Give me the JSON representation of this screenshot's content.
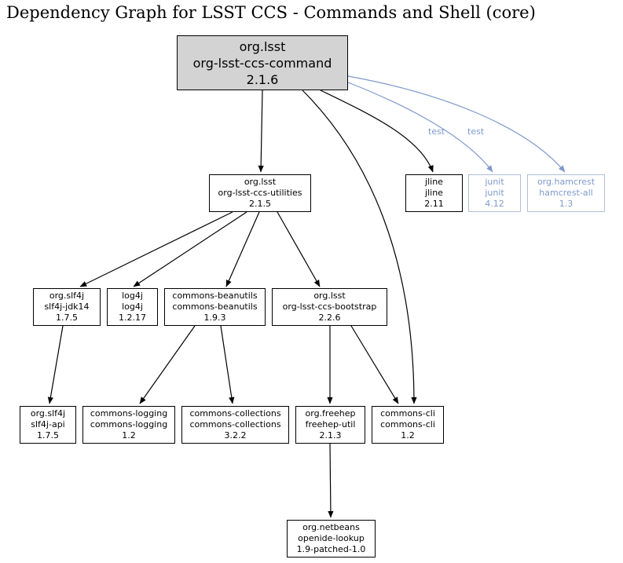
{
  "page": {
    "title": "Dependency Graph for LSST CCS - Commands and Shell (core)"
  },
  "colors": {
    "root_node_fill": "#d3d3d3",
    "node_fill": "#ffffff",
    "edge_black": "#000000",
    "test_scope_blue": "#7e99cc",
    "test_box_border": "#aebfdb"
  },
  "graph": {
    "nodes": {
      "command": {
        "group": "org.lsst",
        "artifact": "org-lsst-ccs-command",
        "version": "2.1.6"
      },
      "utilities": {
        "group": "org.lsst",
        "artifact": "org-lsst-ccs-utilities",
        "version": "2.1.5"
      },
      "jline": {
        "group": "jline",
        "artifact": "jline",
        "version": "2.11"
      },
      "junit": {
        "group": "junit",
        "artifact": "junit",
        "version": "4.12"
      },
      "hamcrest": {
        "group": "org.hamcrest",
        "artifact": "hamcrest-all",
        "version": "1.3"
      },
      "slf4j_jdk14": {
        "group": "org.slf4j",
        "artifact": "slf4j-jdk14",
        "version": "1.7.5"
      },
      "log4j": {
        "group": "log4j",
        "artifact": "log4j",
        "version": "1.2.17"
      },
      "beanutils": {
        "group": "commons-beanutils",
        "artifact": "commons-beanutils",
        "version": "1.9.3"
      },
      "bootstrap": {
        "group": "org.lsst",
        "artifact": "org-lsst-ccs-bootstrap",
        "version": "2.2.6"
      },
      "slf4j_api": {
        "group": "org.slf4j",
        "artifact": "slf4j-api",
        "version": "1.7.5"
      },
      "commons_logging": {
        "group": "commons-logging",
        "artifact": "commons-logging",
        "version": "1.2"
      },
      "commons_collections": {
        "group": "commons-collections",
        "artifact": "commons-collections",
        "version": "3.2.2"
      },
      "freehep": {
        "group": "org.freehep",
        "artifact": "freehep-util",
        "version": "2.1.3"
      },
      "commons_cli": {
        "group": "commons-cli",
        "artifact": "commons-cli",
        "version": "1.2"
      },
      "openide": {
        "group": "org.netbeans",
        "artifact": "openide-lookup",
        "version": "1.9-patched-1.0"
      }
    },
    "edges": [
      {
        "from": "org-lsst-ccs-command",
        "to": "org-lsst-ccs-utilities"
      },
      {
        "from": "org-lsst-ccs-command",
        "to": "jline"
      },
      {
        "from": "org-lsst-ccs-command",
        "to": "junit",
        "label": "test"
      },
      {
        "from": "org-lsst-ccs-command",
        "to": "hamcrest-all",
        "label": "test"
      },
      {
        "from": "org-lsst-ccs-command",
        "to": "commons-cli"
      },
      {
        "from": "org-lsst-ccs-utilities",
        "to": "slf4j-jdk14"
      },
      {
        "from": "org-lsst-ccs-utilities",
        "to": "log4j"
      },
      {
        "from": "org-lsst-ccs-utilities",
        "to": "commons-beanutils"
      },
      {
        "from": "org-lsst-ccs-utilities",
        "to": "org-lsst-ccs-bootstrap"
      },
      {
        "from": "slf4j-jdk14",
        "to": "slf4j-api"
      },
      {
        "from": "commons-beanutils",
        "to": "commons-logging"
      },
      {
        "from": "commons-beanutils",
        "to": "commons-collections"
      },
      {
        "from": "org-lsst-ccs-bootstrap",
        "to": "freehep-util"
      },
      {
        "from": "org-lsst-ccs-bootstrap",
        "to": "commons-cli"
      },
      {
        "from": "freehep-util",
        "to": "openide-lookup"
      }
    ]
  }
}
